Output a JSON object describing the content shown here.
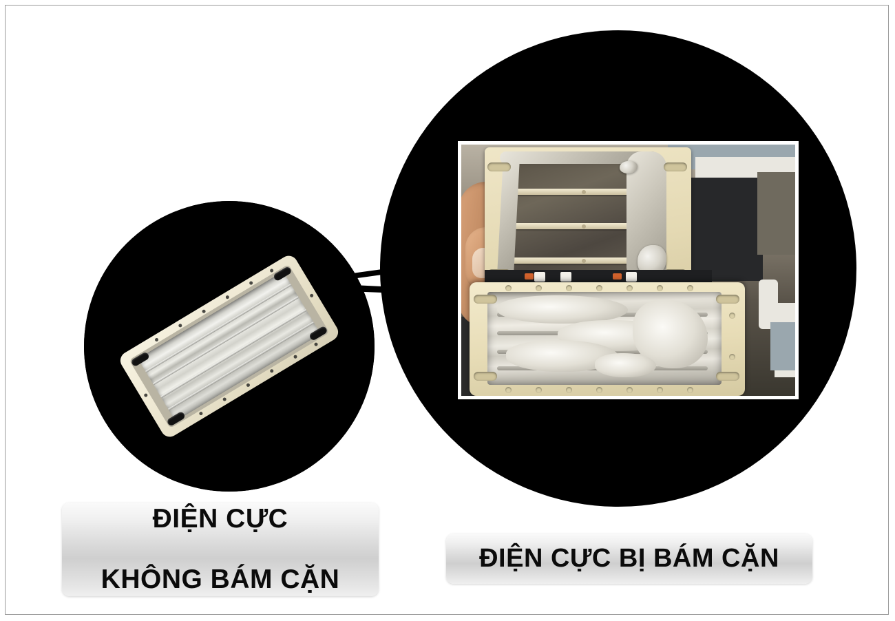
{
  "page": {
    "title": "So sánh điện cực máy lọc nước ion kiềm",
    "background_color": "#ffffff",
    "border_color": "#9a9a9a",
    "circle_color": "#000000"
  },
  "panels": [
    {
      "id": "clean",
      "caption": "ĐIỆN CỰC\nKHÔNG BÁM CẶN",
      "caption_line1": "ĐIỆN CỰC",
      "caption_line2": "KHÔNG BÁM CẶN",
      "photo_alt": "Tấm điện cực sạch, khung nhựa ngà, bản kim loại sáng bóng",
      "condition": "clean"
    },
    {
      "id": "fouled",
      "caption": "ĐIỆN CỰC BỊ BÁM CẶN",
      "caption_line1": "ĐIỆN CỰC BỊ BÁM CẶN",
      "caption_line2": "",
      "photo_alt": "Bàn tay cầm tấm điện cực bám đầy cặn canxi màu trắng xám",
      "condition": "scaled"
    }
  ],
  "connector": {
    "name": "two-line-link",
    "color": "#000000",
    "line_count": 2
  },
  "colors": {
    "plaque_light": "#fafafa",
    "plaque_mid": "#cfcfcf",
    "text": "#0b0b0b",
    "frame_ivory": "#efe6c7",
    "metal_bright": "#f2f2ee",
    "scale_white": "#e8e5db"
  }
}
